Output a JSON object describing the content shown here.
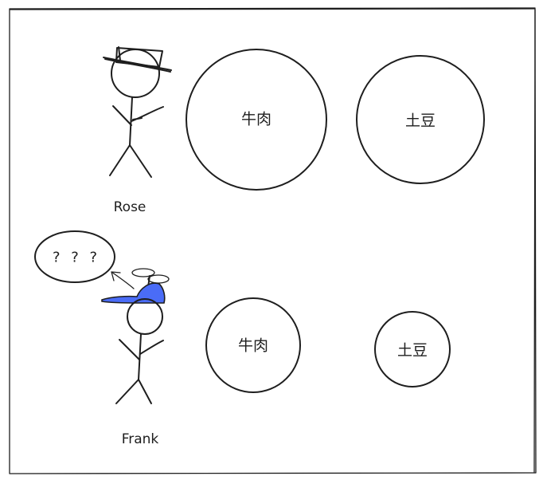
{
  "people": {
    "rose": {
      "name": "Rose"
    },
    "frank": {
      "name": "Frank",
      "speech": "? ? ?",
      "cap_color": "#4a6cf7"
    }
  },
  "rose_items": {
    "beef": "牛肉",
    "potato": "土豆"
  },
  "frank_items": {
    "beef": "牛肉",
    "potato": "土豆"
  },
  "colors": {
    "stroke": "#1e1e1e",
    "cap": "#4a6cf7"
  }
}
